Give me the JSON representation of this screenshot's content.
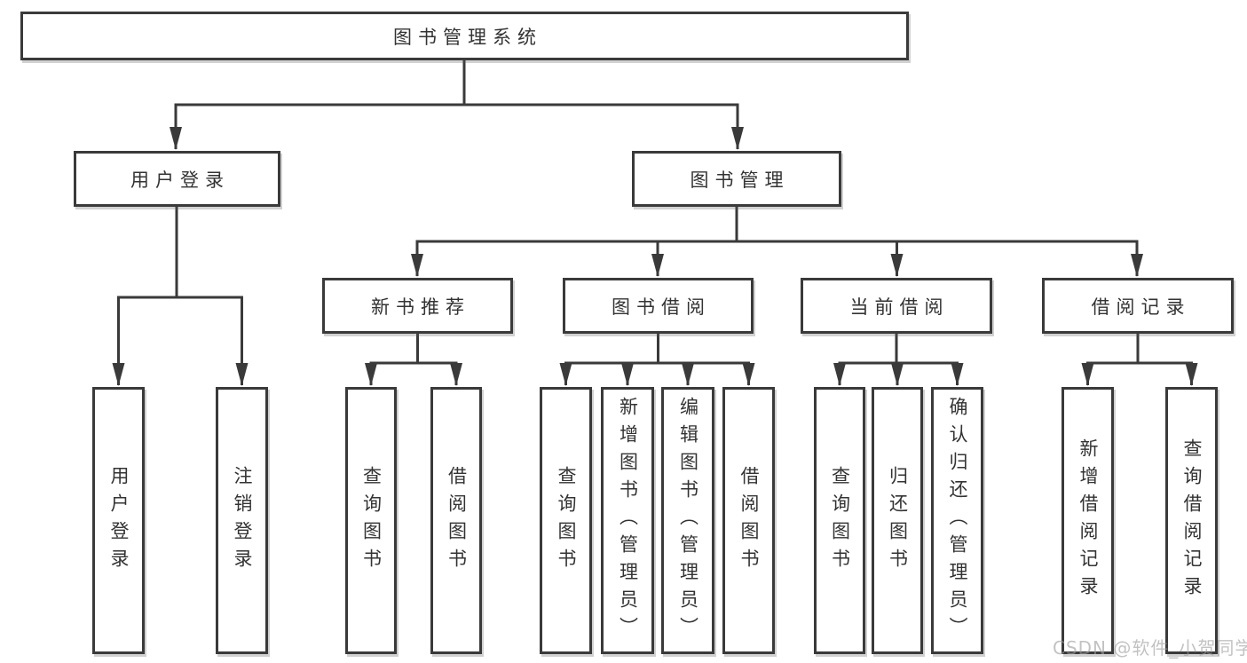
{
  "diagram": {
    "title": "图书管理系统",
    "colors": {
      "line": "#3a3a3a",
      "border": "#3a3a3a",
      "text": "#333333",
      "watermark": "#9e9e9e",
      "background": "#ffffff"
    },
    "tree": {
      "label": "图书管理系统",
      "children": [
        {
          "label": "用户登录",
          "children": [
            {
              "label": "用户登录"
            },
            {
              "label": "注销登录"
            }
          ]
        },
        {
          "label": "图书管理",
          "children": [
            {
              "label": "新书推荐",
              "children": [
                {
                  "label": "查询图书"
                },
                {
                  "label": "借阅图书"
                }
              ]
            },
            {
              "label": "图书借阅",
              "children": [
                {
                  "label": "查询图书"
                },
                {
                  "label": "新增图书（管理员）"
                },
                {
                  "label": "编辑图书（管理员）"
                },
                {
                  "label": "借阅图书"
                }
              ]
            },
            {
              "label": "当前借阅",
              "children": [
                {
                  "label": "查询图书"
                },
                {
                  "label": "归还图书"
                },
                {
                  "label": "确认归还（管理员）"
                }
              ]
            },
            {
              "label": "借阅记录",
              "children": [
                {
                  "label": "新增借阅记录"
                },
                {
                  "label": "查询借阅记录"
                }
              ]
            }
          ]
        }
      ]
    },
    "watermark": {
      "text": "CSDN @软件_小贺同学"
    }
  }
}
